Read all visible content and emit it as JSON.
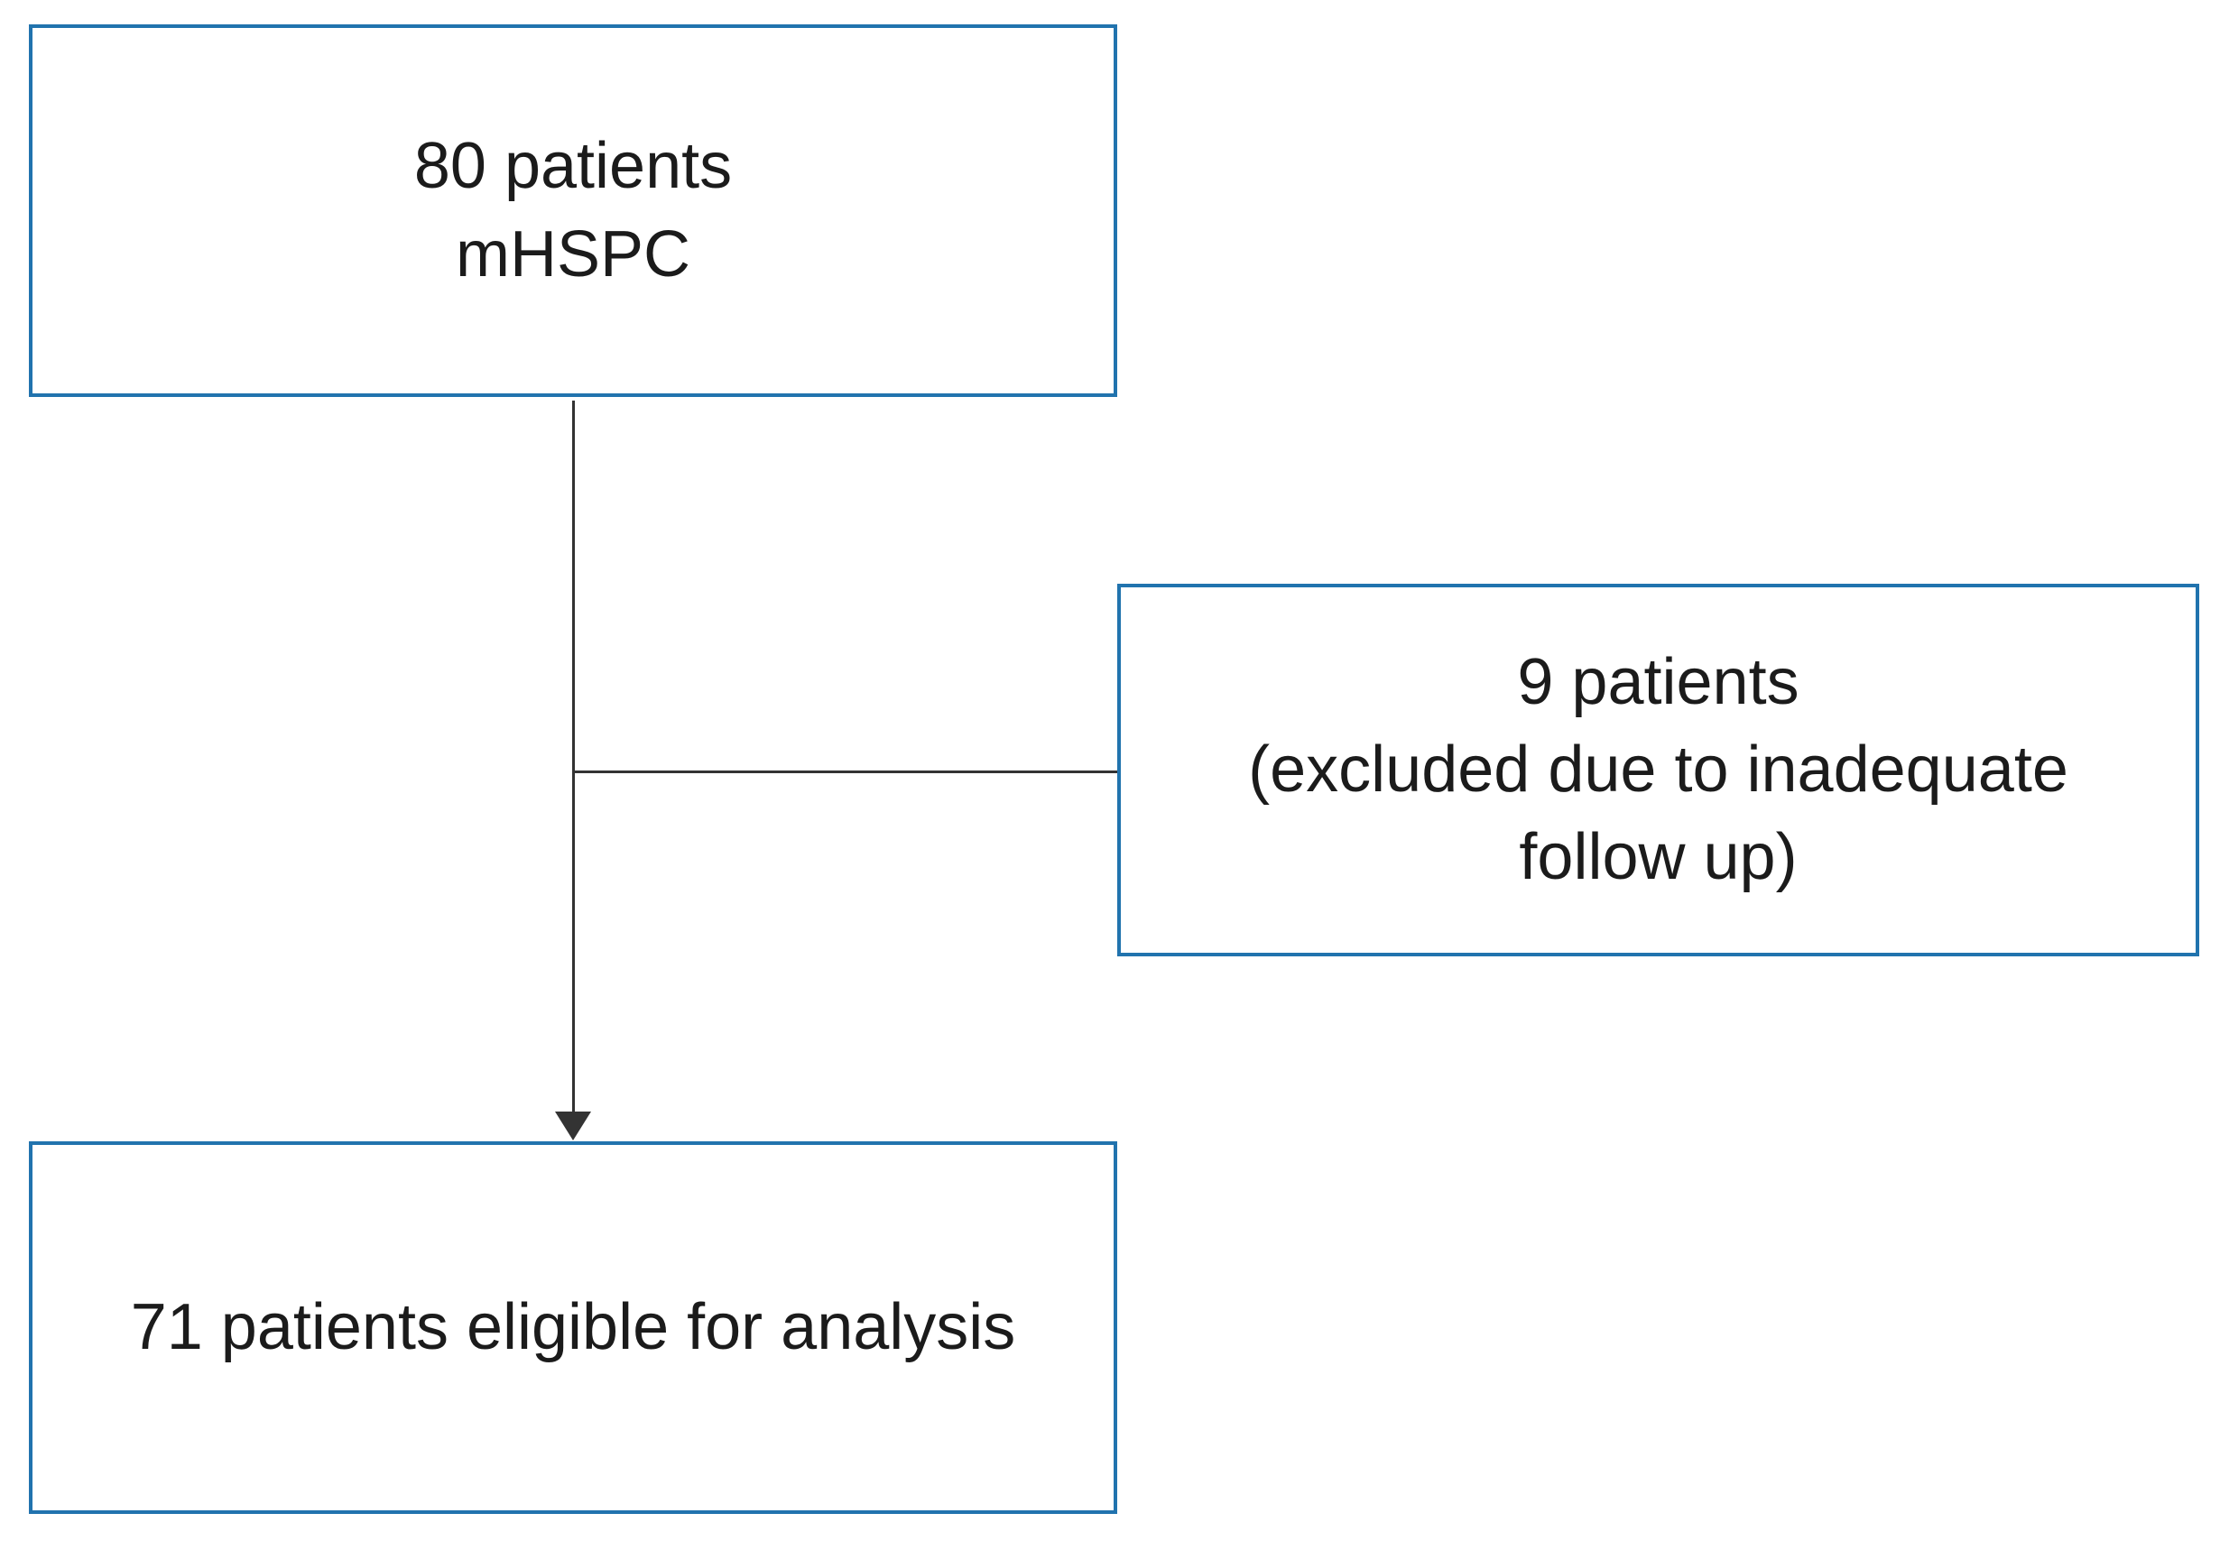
{
  "flowchart": {
    "nodes": {
      "total": {
        "line1": "80 patients",
        "line2": "mHSPC"
      },
      "excluded": {
        "line1": "9 patients",
        "line2": "(excluded due to inadequate",
        "line3": "follow up)"
      },
      "eligible": {
        "line1": "71 patients eligible for analysis"
      }
    },
    "colors": {
      "box_border": "#2173ae",
      "connector": "#333333",
      "text": "#1b1b1b",
      "background": "#ffffff"
    }
  }
}
